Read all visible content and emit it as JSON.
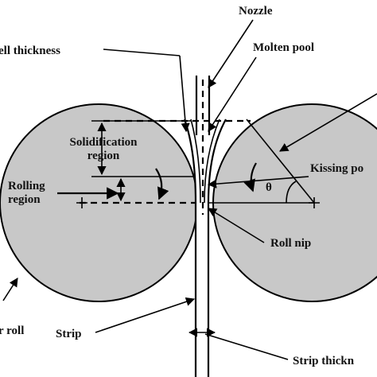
{
  "diagram": {
    "labels": {
      "nozzle": "Nozzle",
      "shell_thickness": "ell thickness",
      "molten_pool": "Molten pool",
      "solidification_1": "Solidification",
      "solidification_2": "region",
      "rolling_1": "Rolling",
      "rolling_2": "region",
      "kissing_point": "Kissing po",
      "theta": "θ",
      "roll_nip": "Roll nip",
      "roll": "r roll",
      "strip": "Strip",
      "strip_thickness": "Strip thickn"
    },
    "colors": {
      "roll_fill": "#c8c8c8",
      "line": "#000000",
      "background": "#ffffff"
    }
  }
}
